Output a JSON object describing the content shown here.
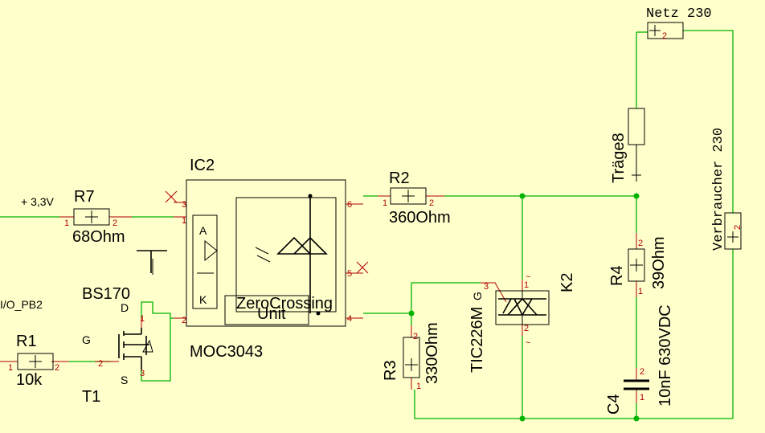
{
  "labels": {
    "net_3v3": "+ 3,3V",
    "io_pb2": "I/O_PB2",
    "r7_name": "R7",
    "r7_value": "68Ohm",
    "r1_name": "R1",
    "r1_value": "10k",
    "ic2_name": "IC2",
    "ic2_value": "MOC3043",
    "ic2_anode": "A",
    "ic2_cathode": "K",
    "ic2_zc_line1": "ZeroCrossing",
    "ic2_zc_line2": "Unit",
    "t1_name": "T1",
    "t1_value": "BS170",
    "t1_d": "D",
    "t1_g": "G",
    "t1_s": "S",
    "r2_name": "R2",
    "r2_value": "360Ohm",
    "r3_name": "R3",
    "r3_value": "330Ohm",
    "r4_name": "R4",
    "r4_value": "39Ohm",
    "k2_name": "K2",
    "k2_value": "TIC226M",
    "k2_gate": "G",
    "fuse_value": "Träge8",
    "c4_name": "C4",
    "c4_value": "10nF 630VDC",
    "netz": "Netz 230",
    "verbraucher": "Verbraucher 230"
  },
  "pins": {
    "p1": "1",
    "p2": "2",
    "p3": "3",
    "p4": "4",
    "p5": "5",
    "p6": "6",
    "tilde": "~"
  },
  "colors": {
    "background": "#ffffcc",
    "wire": "#00b400",
    "component": "#000000",
    "pin": "#b00000"
  }
}
